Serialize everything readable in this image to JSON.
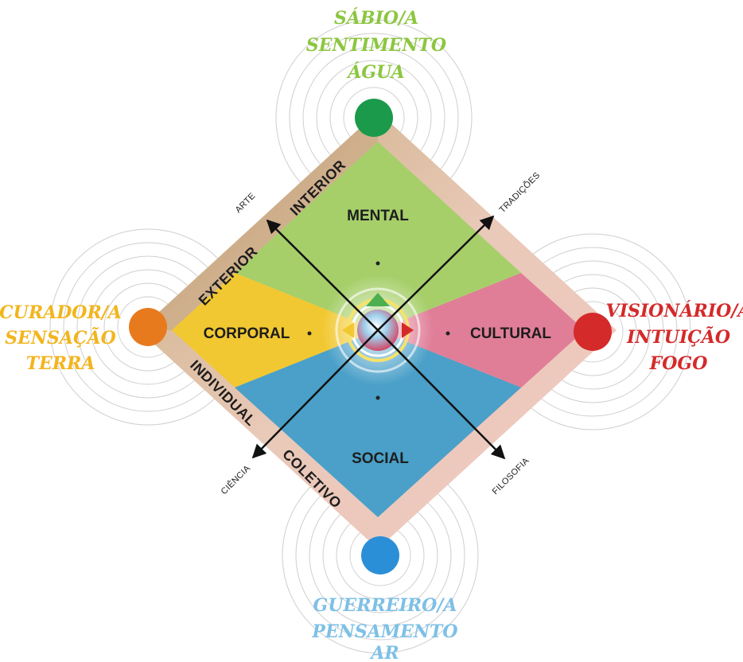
{
  "archetypes": {
    "top": {
      "lines": [
        "SÁBIO/A",
        "SENTIMENTO",
        "ÁGUA"
      ],
      "color": "#8cc63f",
      "dot_color": "#1a9a4a"
    },
    "right": {
      "lines": [
        "VISIONÁRIO/A",
        "INTUIÇÃO",
        "FOGO"
      ],
      "color": "#d42a2a",
      "dot_color": "#d42a2a"
    },
    "bottom": {
      "lines": [
        "GUERREIRO/A",
        "PENSAMENTO",
        "AR"
      ],
      "color": "#7ec0e6",
      "dot_color": "#2a8fd6"
    },
    "left": {
      "lines": [
        "CURADOR/A",
        "SENSAÇÃO",
        "TERRA"
      ],
      "color": "#f2b51c",
      "dot_color": "#e87a1e"
    }
  },
  "quadrants": {
    "top": {
      "label": "MENTAL",
      "color": "#a6cf6a"
    },
    "right": {
      "label": "CULTURAL",
      "color": "#e07e98"
    },
    "bottom": {
      "label": "SOCIAL",
      "color": "#4aa0c8"
    },
    "left": {
      "label": "CORPORAL",
      "color": "#f2c832"
    }
  },
  "bands": {
    "interior": "INTERIOR",
    "exterior": "EXTERIOR",
    "individual": "INDIVIDUAL",
    "coletivo": "COLETIVO"
  },
  "axes": {
    "arte": "ARTE",
    "tradicoes": "TRADIÇÕES",
    "ciencia": "CIÊNCIA",
    "filosofia": "FILOSOFIA"
  }
}
